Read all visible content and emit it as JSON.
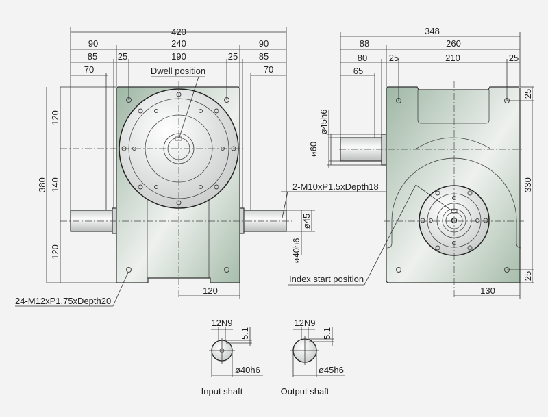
{
  "front_view": {
    "dims_top": {
      "overall": "420",
      "left_ext": "90",
      "center": "240",
      "right_ext": "90",
      "left_85": "85",
      "left_25": "25",
      "mid_190": "190",
      "right_25": "25",
      "right_85": "85",
      "left_70": "70",
      "right_70": "70"
    },
    "dims_left": {
      "overall": "380",
      "top": "120",
      "middle": "140",
      "bottom": "120"
    },
    "dim_bottom": "120",
    "dwell_label": "Dwell position",
    "tap_label": "2-M10xP1.5xDepth18",
    "mount_label": "24-M12xP1.75xDepth20",
    "dia_45": "ø45",
    "dia_40h6": "ø40h6"
  },
  "side_view": {
    "dims_top": {
      "overall": "348",
      "shaft": "88",
      "body": "260",
      "shaft_80": "80",
      "left_25": "25",
      "mid_210": "210",
      "right_25": "25",
      "shaft_65": "65"
    },
    "dims_right": {
      "top_25": "25",
      "middle": "330",
      "bottom_25": "25"
    },
    "dim_bottom": "130",
    "dia_45h6": "ø45h6",
    "dia_60": "ø60",
    "index_label": "Index start position"
  },
  "shaft_details": [
    {
      "key": "12N9",
      "depth": "5.1",
      "diameter": "ø40h6",
      "caption": "Input shaft"
    },
    {
      "key": "12N9",
      "depth": "5.1",
      "diameter": "ø45h6",
      "caption": "Output shaft"
    }
  ],
  "colors": {
    "body_green": "#a9bfae",
    "disk": "#e2e4e3"
  }
}
